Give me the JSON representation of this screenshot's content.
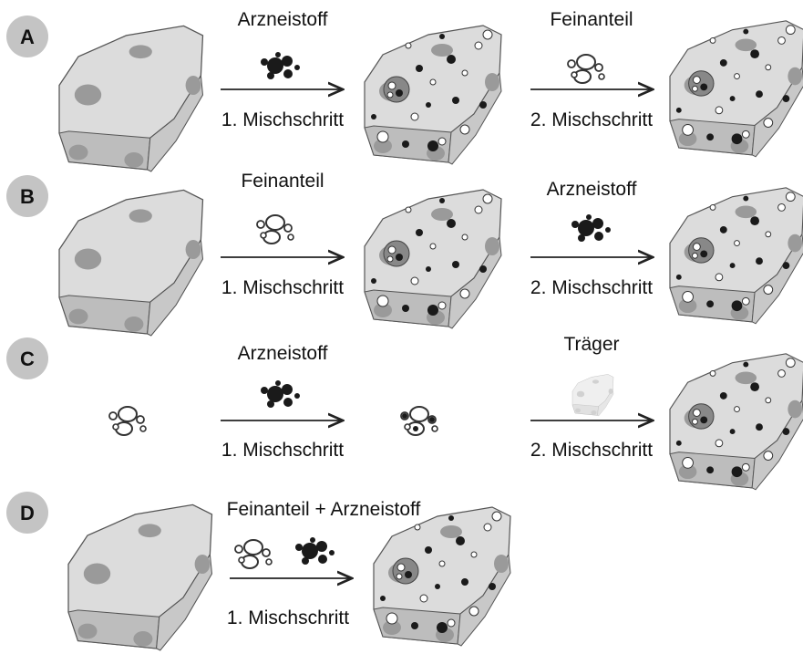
{
  "rows": [
    {
      "id": "A",
      "top_label_1": "Arzneistoff",
      "bottom_label_1": "1. Mischschritt",
      "top_label_2": "Feinanteil",
      "bottom_label_2": "2. Mischschritt"
    },
    {
      "id": "B",
      "top_label_1": "Feinanteil",
      "bottom_label_1": "1. Mischschritt",
      "top_label_2": "Arzneistoff",
      "bottom_label_2": "2. Mischschritt"
    },
    {
      "id": "C",
      "top_label_1": "Arzneistoff",
      "bottom_label_1": "1. Mischschritt",
      "top_label_2": "Träger",
      "bottom_label_2": "2. Mischschritt"
    },
    {
      "id": "D",
      "top_label_1": "Feinanteil + Arzneistoff",
      "bottom_label_1": "1. Mischschritt"
    }
  ],
  "colors": {
    "badge": "#c4c4c4",
    "carrier_top": "#dcdcdc",
    "carrier_side": "#bdbdbd",
    "carrier_patch": "#9a9a9a",
    "drug": "#1a1a1a",
    "fines_stroke": "#333333",
    "arrow": "#222222"
  },
  "icons": [
    "carrier-particle-icon",
    "drug-particles-icon",
    "fines-particles-icon",
    "arrow-icon"
  ]
}
